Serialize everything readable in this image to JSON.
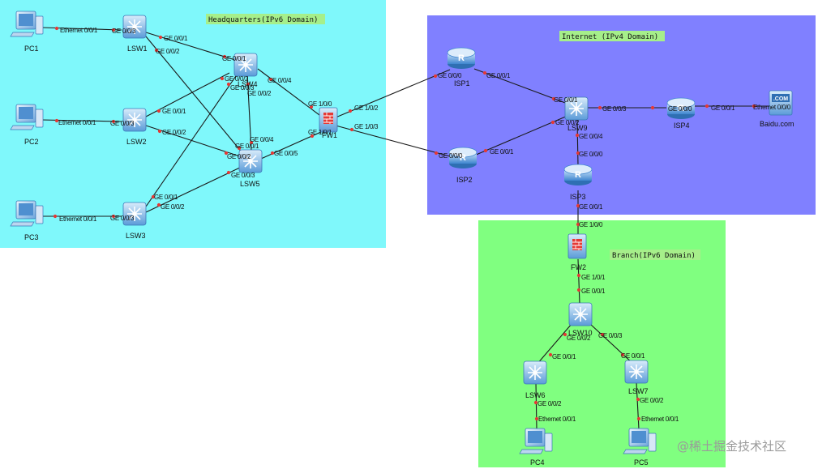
{
  "zones": {
    "hq": {
      "title": "Headquarters(IPv6 Domain)",
      "color": "#7ff8fb",
      "title_bg": "#a6ef8a"
    },
    "internet": {
      "title": "Internet (IPv4 Domain)",
      "color": "#8080ff",
      "title_bg": "#a6ef8a"
    },
    "branch": {
      "title": "Branch(IPv6 Domain)",
      "color": "#80ff80",
      "title_bg": "#a6ef8a"
    }
  },
  "devices": {
    "pc1": "PC1",
    "pc2": "PC2",
    "pc3": "PC3",
    "lsw1": "LSW1",
    "lsw2": "LSW2",
    "lsw3": "LSW3",
    "lsw4": "LSW4",
    "lsw5": "LSW5",
    "fw1": "FW1",
    "isp1": "ISP1",
    "isp2": "ISP2",
    "lsw9": "LSW9",
    "isp4": "ISP4",
    "baidu": "Baidu.com",
    "baidu_badge": ".COM",
    "isp3": "ISP3",
    "fw2": "FW2",
    "lsw10": "LSW10",
    "lsw6": "LSW6",
    "lsw7": "LSW7",
    "pc4": "PC4",
    "pc5": "PC5"
  },
  "ports": {
    "pc1_e": "Ethernet 0/0/1",
    "lsw1_p3": "GE 0/0/3",
    "pc2_e": "Ethernet 0/0/1",
    "lsw2_p3": "GE 0/0/3",
    "pc3_e": "Ethernet 0/0/1",
    "lsw3_p3": "GE 0/0/3",
    "lsw1_p1": "GE 0/0/1",
    "lsw1_p2": "GE 0/0/2",
    "lsw2_p1": "GE 0/0/1",
    "lsw2_p2": "GE 0/0/2",
    "lsw3_p1": "GE 0/0/1",
    "lsw3_p2": "GE 0/0/2",
    "lsw4_p1": "GE 0/0/1",
    "lsw4_p2": "GE 0/0/2",
    "lsw4_p3": "GE 0/0/3",
    "lsw4_p4": "GE 0/0/4",
    "lsw4_p2b": "GE 0/0/2",
    "lsw5_p1": "GE 0/0/1",
    "lsw5_p2": "GE 0/0/2",
    "lsw5_p3": "GE 0/0/3",
    "lsw5_p4": "GE 0/0/4",
    "lsw5_p5": "GE 0/0/5",
    "fw1_p100": "GE 1/0/0",
    "fw1_p101": "GE 1/0/1",
    "fw1_p102": "GE 1/0/2",
    "fw1_p103": "GE 1/0/3",
    "isp1_p0": "GE 0/0/0",
    "isp1_p1": "GE 0/0/1",
    "isp2_p0": "GE 0/0/0",
    "isp2_p1": "GE 0/0/1",
    "lsw9_p1": "GE 0/0/1",
    "lsw9_p2": "GE 0/0/2",
    "lsw9_p3": "GE 0/0/3",
    "lsw9_p4": "GE 0/0/4",
    "isp4_p0": "GE 0/0/0",
    "isp4_p1": "GE 0/0/1",
    "baidu_e": "Ethernet 0/0/0",
    "isp3_p0": "GE 0/0/0",
    "isp3_p1": "GE 0/0/1",
    "fw2_p100": "GE 1/0/0",
    "fw2_p101": "GE 1/0/1",
    "lsw10_p1": "GE 0/0/1",
    "lsw10_p2": "GE 0/0/2",
    "lsw10_p3": "GE 0/0/3",
    "lsw6_p1": "GE 0/0/1",
    "lsw6_p2": "GE 0/0/2",
    "pc4_e": "Ethernet 0/0/1",
    "lsw7_p1": "GE 0/0/1",
    "lsw7_p2": "GE 0/0/2",
    "pc5_e": "Ethernet 0/0/1"
  },
  "watermark": "@稀土掘金技术社区"
}
